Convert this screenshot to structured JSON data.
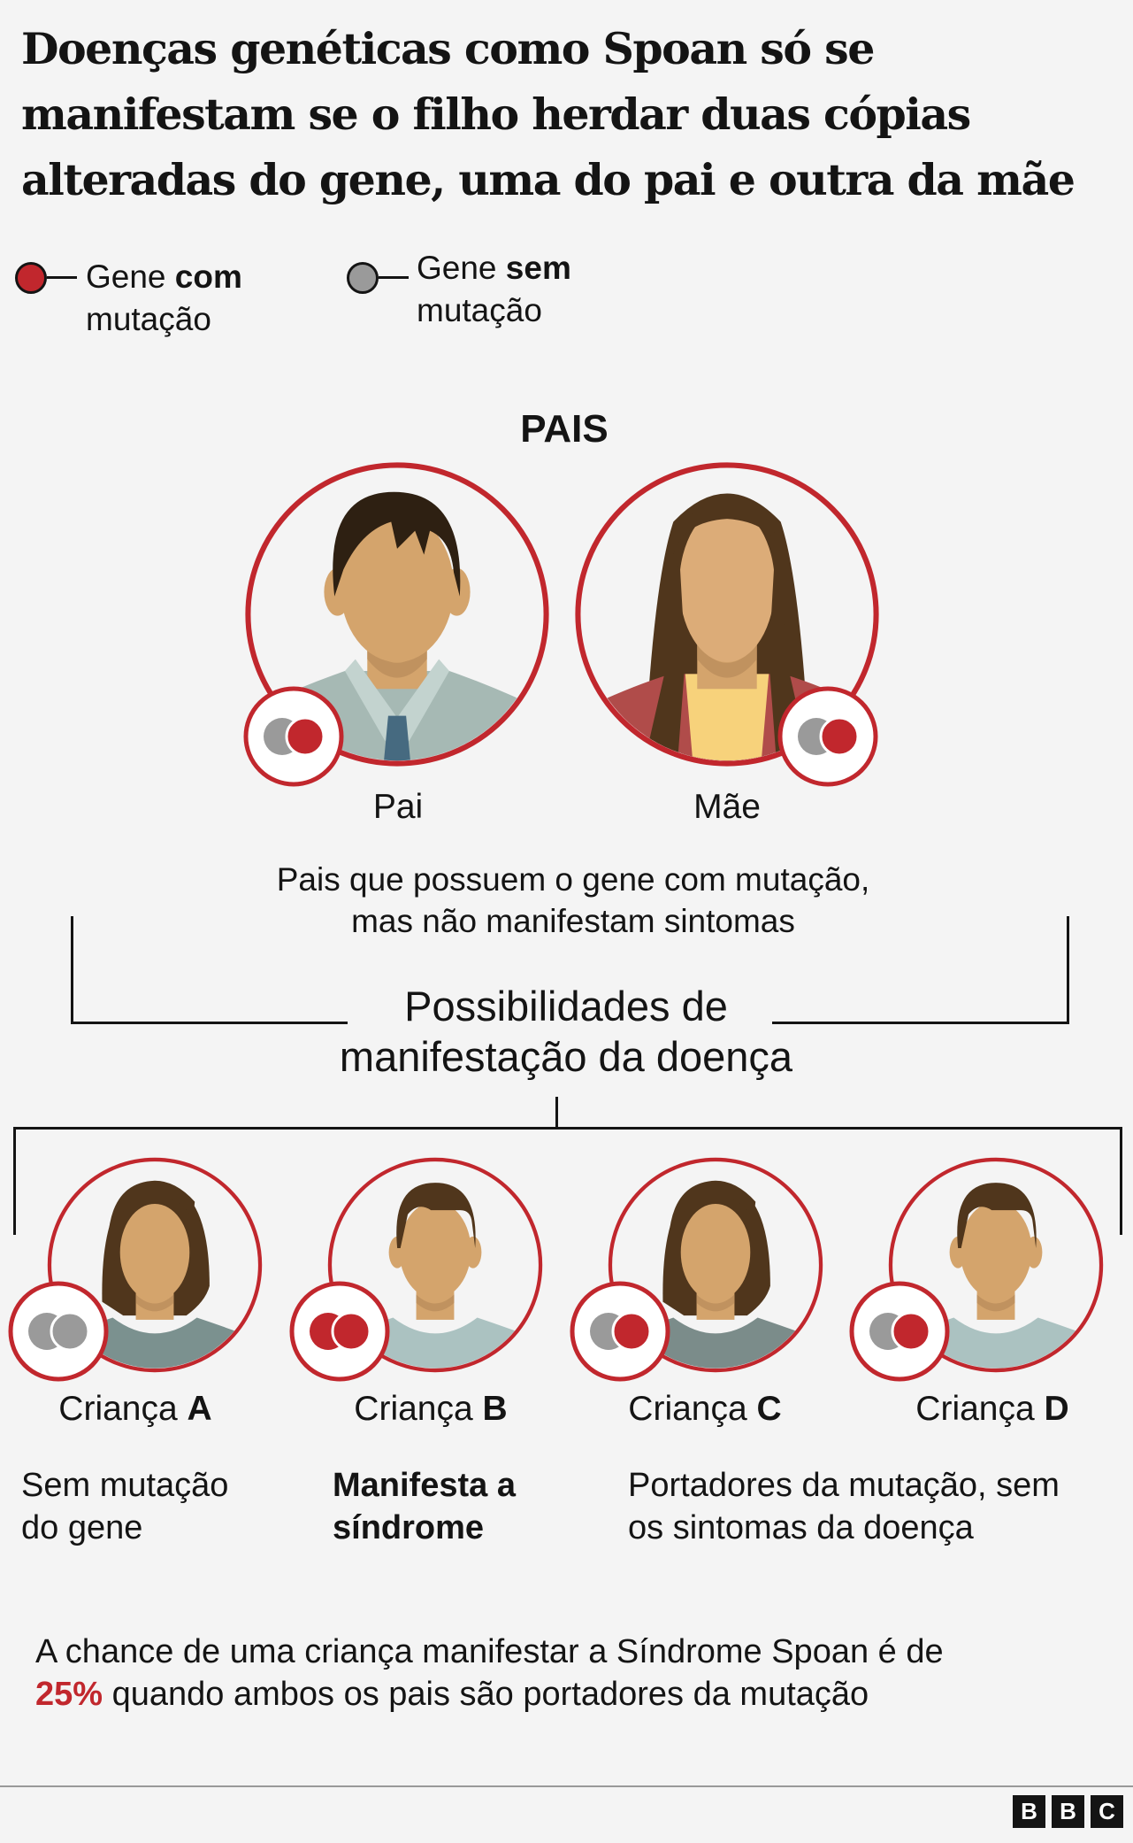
{
  "title": {
    "lines": [
      "Doenças genéticas como Spoan só se",
      "manifestam se o filho herdar duas cópias",
      "alteradas do gene, uma do pai e outra da mãe"
    ]
  },
  "colors": {
    "mutated": "#c1272d",
    "normal": "#9a9a9a",
    "accent": "#c1272d"
  },
  "legend": {
    "mutated": {
      "prefix": "Gene ",
      "bold": "com",
      "line2": "mutação"
    },
    "normal": {
      "prefix": "Gene ",
      "bold": "sem",
      "line2": "mutação"
    }
  },
  "parents": {
    "heading": "PAIS",
    "items": [
      {
        "label": "Pai",
        "figure": "man",
        "genes": [
          "normal",
          "mutated"
        ]
      },
      {
        "label": "Mãe",
        "figure": "woman",
        "genes": [
          "normal",
          "mutated"
        ]
      }
    ],
    "caption": [
      "Pais que possuem o gene com mutação,",
      "mas não manifestam sintomas"
    ]
  },
  "possibilities": {
    "heading": [
      "Possibilidades de",
      "manifestação da doença"
    ]
  },
  "children": [
    {
      "label": "Criança ",
      "letter": "A",
      "figure": "girl",
      "shirt": "#7b918f",
      "genes": [
        "normal",
        "normal"
      ]
    },
    {
      "label": "Criança ",
      "letter": "B",
      "figure": "boy",
      "shirt": "#abc2c1",
      "genes": [
        "mutated",
        "mutated"
      ]
    },
    {
      "label": "Criança ",
      "letter": "C",
      "figure": "girl",
      "shirt": "#7b8c8a",
      "genes": [
        "normal",
        "mutated"
      ]
    },
    {
      "label": "Criança ",
      "letter": "D",
      "figure": "boy",
      "shirt": "#abc2c1",
      "genes": [
        "normal",
        "mutated"
      ]
    }
  ],
  "descriptions": {
    "a": [
      "Sem mutação",
      "do gene"
    ],
    "b": [
      "Manifesta a",
      "síndrome"
    ],
    "cd": [
      "Portadores da mutação, sem",
      "os sintomas da doença"
    ]
  },
  "footer_note": {
    "line1": "A chance de uma criança manifestar a Síndrome Spoan é de",
    "highlight": "25%",
    "line2_rest": " quando ambos os pais são portadores da mutação"
  },
  "logo": [
    "B",
    "B",
    "C"
  ]
}
